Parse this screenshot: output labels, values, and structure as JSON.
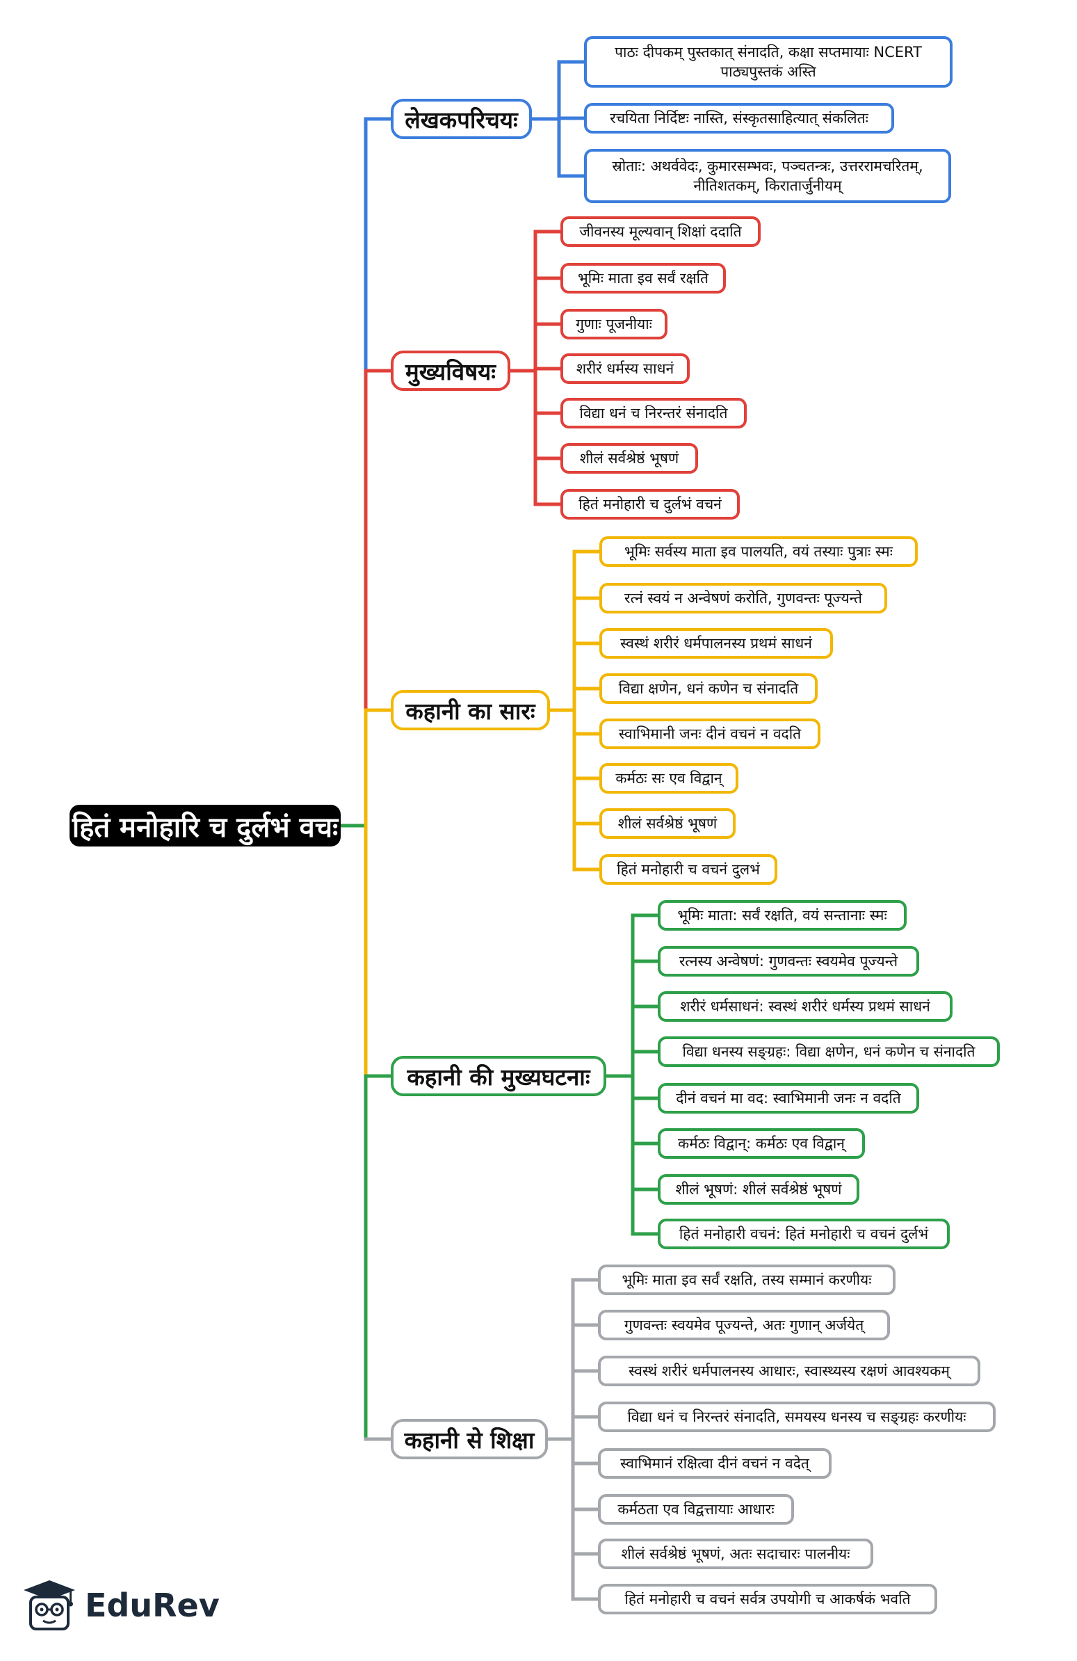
{
  "root": "हितं मनोहारि च दुर्लभं वचः",
  "branches": [
    {
      "title": "लेखकपरिचयः",
      "color": "#3b7ddd",
      "items": [
        "पाठः दीपकम् पुस्तकात् संनादति, कक्षा सप्तमायाः NCERT पाठ्यपुस्तकं अस्ति",
        "रचयिता निर्दिष्टः नास्ति, संस्कृतसाहित्यात् संकलितः",
        "स्रोताः: अथर्ववेदः, कुमारसम्भवः, पञ्चतन्त्रः, उत्तररामचरितम्, नीतिशतकम्, किरातार्जुनीयम्"
      ]
    },
    {
      "title": "मुख्यविषयः",
      "color": "#e0413a",
      "items": [
        "जीवनस्य मूल्यवान् शिक्षां ददाति",
        "भूमिः माता इव सर्वं रक्षति",
        "गुणाः पूजनीयाः",
        "शरीरं धर्मस्य साधनं",
        "विद्या धनं च निरन्तरं संनादति",
        "शीलं सर्वश्रेष्ठं भूषणं",
        "हितं मनोहारी च दुर्लभं वचनं"
      ]
    },
    {
      "title": "कहानी का सारः",
      "color": "#f2b705",
      "items": [
        "भूमिः सर्वस्य माता इव पालयति, वयं तस्याः पुत्राः स्मः",
        "रत्नं स्वयं न अन्वेषणं करोति, गुणवन्तः पूज्यन्ते",
        "स्वस्थं शरीरं धर्मपालनस्य प्रथमं साधनं",
        "विद्या क्षणेन, धनं कणेन च संनादति",
        "स्वाभिमानी जनः दीनं वचनं न वदति",
        "कर्मठः सः एव विद्वान्",
        "शीलं सर्वश्रेष्ठं भूषणं",
        "हितं मनोहारी च वचनं दुलभं"
      ]
    },
    {
      "title": "कहानी की मुख्यघटनाः",
      "color": "#2ea04a",
      "items": [
        "भूमिः माता: सर्वं रक्षति, वयं सन्तानाः स्मः",
        "रत्नस्य अन्वेषणं: गुणवन्तः स्वयमेव पूज्यन्ते",
        "शरीरं धर्मसाधनं: स्वस्थं शरीरं धर्मस्य प्रथमं साधनं",
        "विद्या धनस्य सङ्ग्रहः: विद्या क्षणेन, धनं कणेन च संनादति",
        "दीनं वचनं मा वद: स्वाभिमानी जनः न वदति",
        "कर्मठः विद्वान्: कर्मठः एव विद्वान्",
        "शीलं भूषणं: शीलं सर्वश्रेष्ठं भूषणं",
        "हितं मनोहारी वचनं: हितं मनोहारी च वचनं दुर्लभं"
      ]
    },
    {
      "title": "कहानी से शिक्षा",
      "color": "#a4a7ab",
      "items": [
        "भूमिः माता इव सर्वं रक्षति, तस्य सम्मानं करणीयः",
        "गुणवन्तः स्वयमेव पूज्यन्ते, अतः गुणान् अर्जयेत्",
        "स्वस्थं शरीरं धर्मपालनस्य आधारः, स्वास्थ्यस्य रक्षणं आवश्यकम्",
        "विद्या धनं च निरन्तरं संनादति, समयस्य धनस्य च सङ्ग्रहः करणीयः",
        "स्वाभिमानं रक्षित्वा दीनं वचनं न वदेत्",
        "कर्मठता एव विद्वत्तायाः आधारः",
        "शीलं सर्वश्रेष्ठं भूषणं, अतः सदाचारः पालनीयः",
        "हितं मनोहारी च वचनं सर्वत्र उपयोगी च आकर्षकं भवति"
      ]
    }
  ],
  "brand": {
    "name": "EduRev"
  }
}
